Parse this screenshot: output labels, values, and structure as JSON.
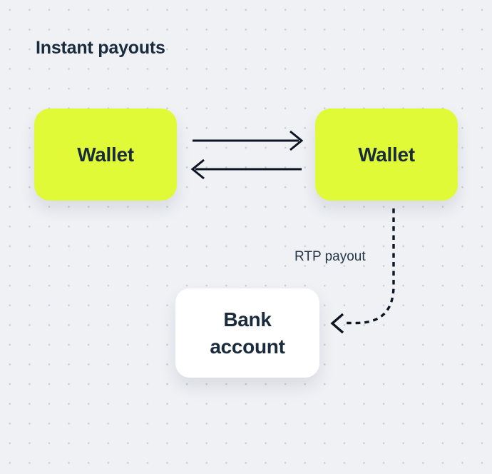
{
  "title": "Instant payouts",
  "diagram": {
    "nodes": {
      "wallet_left": {
        "label": "Wallet"
      },
      "wallet_right": {
        "label": "Wallet"
      },
      "bank_account": {
        "lines": [
          "Bank",
          "account"
        ]
      }
    },
    "edges": {
      "rtp_label": "RTP payout"
    }
  },
  "colors": {
    "background": "#eff1f5",
    "grid_dot": "#c7ccd4",
    "wallet_fill": "#e1fa37",
    "bank_fill": "#ffffff",
    "text_dark": "#1a2b3e",
    "arrow": "#0d1522"
  }
}
